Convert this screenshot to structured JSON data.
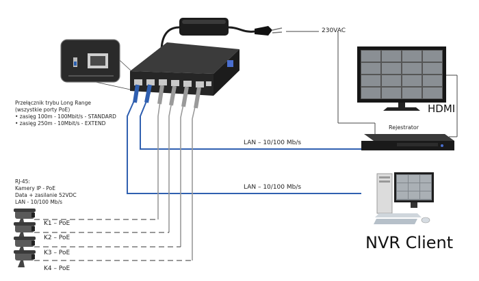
{
  "labels": {
    "power": "230VAC",
    "hdmi": "HDMI",
    "recorder": "Rejestrator",
    "lan_recorder": "LAN – 10/100 Mb/s",
    "lan_client": "LAN – 10/100 Mb/s",
    "nvr_client": "NVR Client",
    "mode_note": [
      "Przełącznik trybu Long Range",
      "(wszystkie porty PoE)",
      "• zasięg 100m - 100Mbit/s - STANDARD",
      "• zasięg 250m - 10Mbit/s - EXTEND"
    ],
    "rj45_note": [
      "RJ-45:",
      "Kamery IP - PoE",
      "Data + zasilanie 52VDC",
      "LAN - 10/100 Mb/s"
    ],
    "cameras": [
      "K1 – PoE",
      "K2 – PoE",
      "K3 – PoE",
      "K4 – PoE"
    ]
  },
  "colors": {
    "blue_cable": "#2f5fb0",
    "grey_cable": "#9a9a9a",
    "black_cable": "#222222",
    "device_dark": "#2b2b2b"
  }
}
